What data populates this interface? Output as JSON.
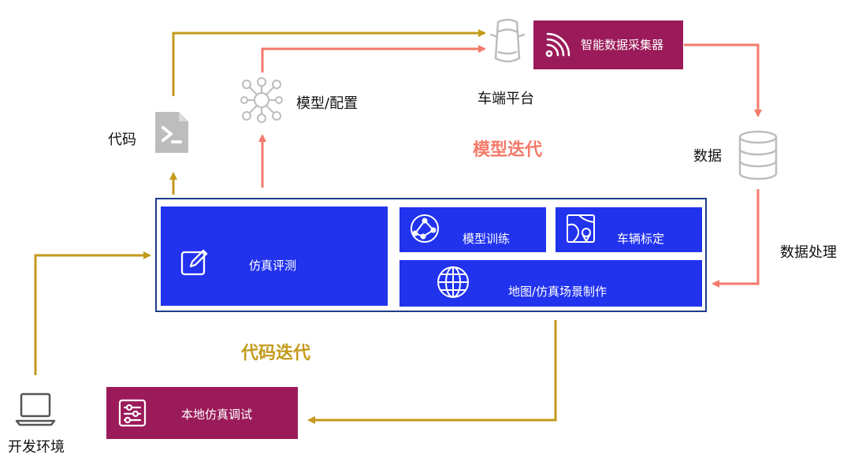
{
  "diagram": {
    "loops": {
      "model_iteration": "模型迭代",
      "code_iteration": "代码迭代"
    },
    "nodes": {
      "vehicle_platform": "车端平台",
      "data_collector": "智能数据采集器",
      "model_config": "模型/配置",
      "code": "代码",
      "data": "数据",
      "data_processing": "数据处理",
      "dev_env": "开发环境",
      "local_sim_debug": "本地仿真调试"
    },
    "platform": {
      "sim_eval": "仿真评测",
      "model_training": "模型训练",
      "vehicle_calibration": "车辆标定",
      "map_scene": "地图/仿真场景制作"
    },
    "icons": {
      "vehicle": "car-top-icon",
      "collector": "wireless-signal-icon",
      "model": "network-nodes-icon",
      "code": "terminal-file-icon",
      "data": "database-icon",
      "dev_env": "laptop-icon",
      "local_sim": "sliders-icon",
      "sim_eval": "edit-icon",
      "training": "network-globe-icon",
      "calibration": "map-pin-icon",
      "map": "globe-icon"
    },
    "colors": {
      "code_flow": "#c49a1c",
      "model_flow": "#f47a6a",
      "platform_block": "#2233ee",
      "accent_box": "#9b1b5a",
      "icon_gray": "#bdbdbd"
    }
  }
}
